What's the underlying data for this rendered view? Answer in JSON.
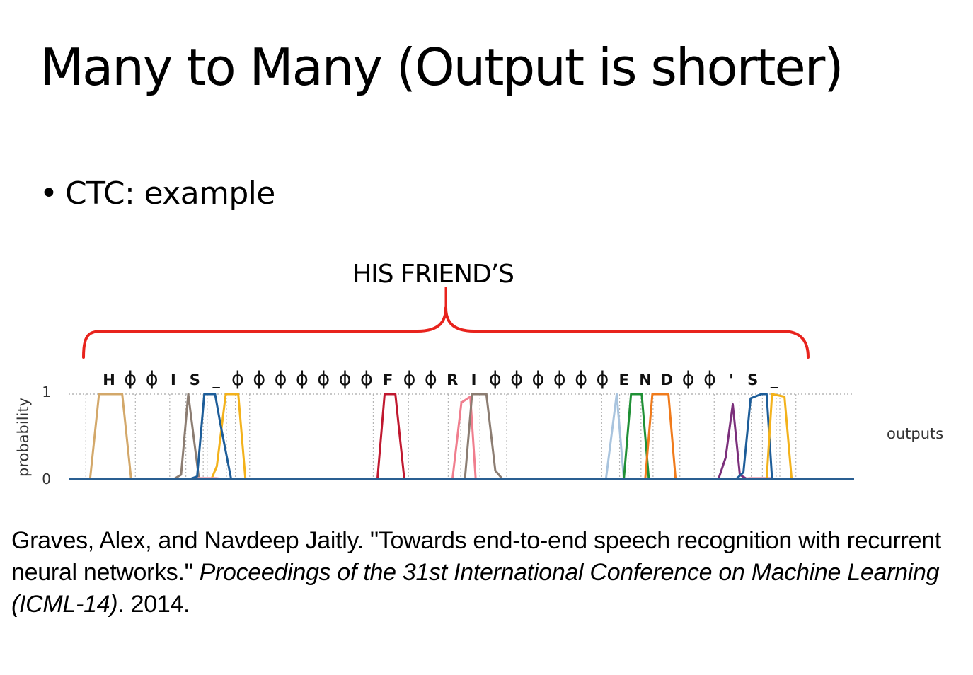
{
  "slide": {
    "title": "Many to Many (Output is shorter)",
    "bullet_marker": "•",
    "bullet_text": "CTC: example",
    "phrase": "HIS FRIEND’S"
  },
  "colors": {
    "brace": "#e8231d",
    "baseline": "#2a5f92",
    "grid": "#b5b5b5"
  },
  "chart_data": {
    "type": "line",
    "ylabel": "probability",
    "xlabel_right": "outputs",
    "ytick_labels": [
      "0",
      "1"
    ],
    "ylim": [
      0,
      1
    ],
    "xlim": [
      0,
      44
    ],
    "output_labels": [
      "H",
      "ϕ",
      "ϕ",
      "I",
      "S",
      "_",
      "ϕ",
      "ϕ",
      "ϕ",
      "ϕ",
      "ϕ",
      "ϕ",
      "ϕ",
      "F",
      "ϕ",
      "ϕ",
      "R",
      "I",
      "ϕ",
      "ϕ",
      "ϕ",
      "ϕ",
      "ϕ",
      "ϕ",
      "E",
      "N",
      "D",
      "ϕ",
      "ϕ",
      "'",
      "S",
      "_"
    ],
    "series": [
      {
        "label": "H",
        "color": "#d3a86a",
        "x": [
          0,
          1.2,
          1.7,
          3.0,
          3.5,
          44
        ],
        "y": [
          0,
          0,
          1,
          1,
          0,
          0
        ]
      },
      {
        "label": "I",
        "color": "#8c7d72",
        "x": [
          0,
          5.9,
          6.3,
          6.7,
          7.3,
          44
        ],
        "y": [
          0,
          0,
          0.05,
          1,
          0,
          0
        ]
      },
      {
        "label": "S",
        "color": "#f3b21b",
        "x": [
          0,
          8.0,
          8.3,
          8.8,
          9.5,
          9.9,
          44
        ],
        "y": [
          0,
          0,
          0.15,
          1,
          1,
          0,
          0
        ]
      },
      {
        "label": "_",
        "color": "#f4a3b1",
        "x": [
          0,
          6.8,
          7.2,
          8.3,
          8.6,
          44
        ],
        "y": [
          0,
          0,
          0.01,
          0.01,
          0,
          0
        ]
      },
      {
        "label": "S",
        "color": "#1d5d99",
        "x": [
          0,
          6.8,
          7.2,
          7.6,
          8.2,
          8.5,
          9.1,
          44
        ],
        "y": [
          0,
          0,
          0.03,
          1,
          1,
          0.65,
          0,
          0
        ]
      },
      {
        "label": "F",
        "color": "#c0182f",
        "x": [
          0,
          17.3,
          17.7,
          18.3,
          18.8,
          44
        ],
        "y": [
          0,
          0,
          1,
          1,
          0,
          0
        ]
      },
      {
        "label": "R",
        "color": "#f07e8e",
        "x": [
          0,
          21.5,
          22.0,
          22.5,
          22.8,
          44
        ],
        "y": [
          0,
          0,
          0.9,
          0.97,
          0,
          0
        ]
      },
      {
        "label": "I",
        "color": "#8c7d72",
        "x": [
          0,
          22.2,
          22.6,
          23.4,
          23.9,
          24.3,
          44
        ],
        "y": [
          0,
          0,
          1,
          1,
          0.1,
          0,
          0
        ]
      },
      {
        "label": "E",
        "color": "#a9c4de",
        "x": [
          0,
          30.1,
          30.7,
          31.1,
          44
        ],
        "y": [
          0,
          0,
          1,
          0,
          0
        ]
      },
      {
        "label": "N",
        "color": "#1f9035",
        "x": [
          0,
          31.1,
          31.5,
          32.1,
          32.5,
          44
        ],
        "y": [
          0,
          0,
          1,
          1,
          0,
          0
        ]
      },
      {
        "label": "D",
        "color": "#f07b1c",
        "x": [
          0,
          32.3,
          32.7,
          33.6,
          34.0,
          44
        ],
        "y": [
          0,
          0,
          1,
          1,
          0,
          0
        ]
      },
      {
        "label": "'",
        "color": "#7b2f7b",
        "x": [
          0,
          36.4,
          36.8,
          37.2,
          37.6,
          38.0,
          44
        ],
        "y": [
          0,
          0,
          0.25,
          0.88,
          0.05,
          0,
          0
        ]
      },
      {
        "label": "_",
        "color": "#f4a3b1",
        "x": [
          0,
          37.8,
          38.1,
          39.3,
          39.6,
          44
        ],
        "y": [
          0,
          0,
          0.01,
          0.01,
          0,
          0
        ]
      },
      {
        "label": "S",
        "color": "#1d5d99",
        "x": [
          0,
          37.4,
          37.8,
          38.2,
          38.8,
          39.1,
          39.4,
          44
        ],
        "y": [
          0,
          0,
          0.08,
          0.95,
          1,
          1,
          0,
          0
        ]
      },
      {
        "label": "_",
        "color": "#f3b21b",
        "x": [
          0,
          39.1,
          39.4,
          40.1,
          40.5,
          44
        ],
        "y": [
          0,
          0,
          1,
          0.97,
          0,
          0
        ]
      }
    ]
  },
  "citation": {
    "part1": "Graves, Alex, and Navdeep Jaitly. \"Towards end-to-end speech recognition with recurrent neural networks.\" ",
    "venue": "Proceedings of the 31st International Conference on Machine Learning (ICML-14)",
    "part2": ". 2014."
  }
}
